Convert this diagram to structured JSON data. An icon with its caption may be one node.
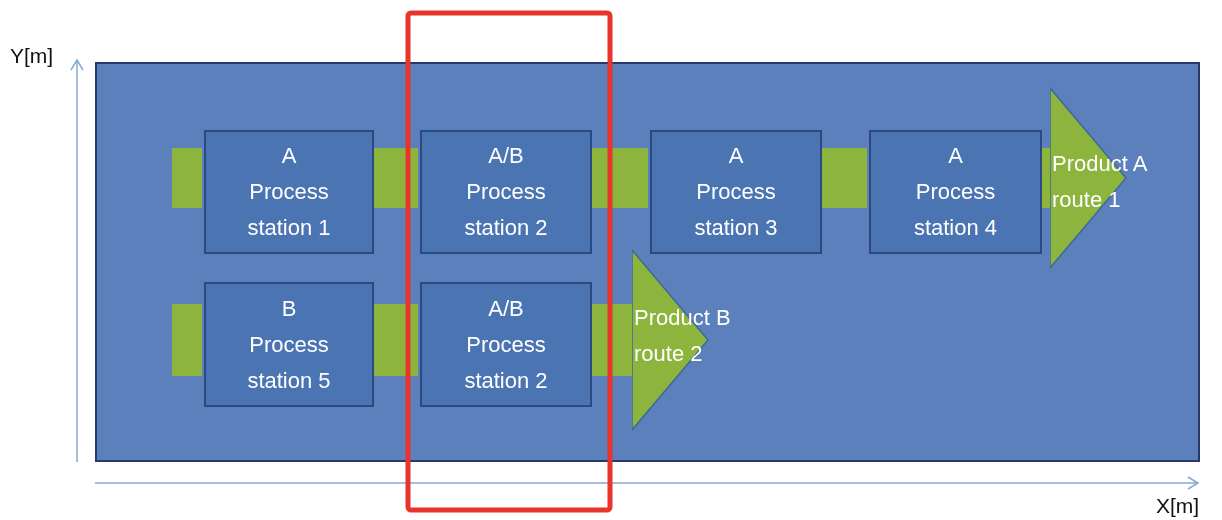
{
  "diagram": {
    "nodes": [
      {
        "text": [],
        "shape": "box"
      },
      {
        "text": [
          "A",
          "Process station 1"
        ],
        "in": 0
      },
      {
        "text": [
          "A/B",
          "Process station 2"
        ],
        "in": 0
      },
      {
        "text": [
          "A",
          "Process station 3"
        ],
        "in": 0
      },
      {
        "text": [
          "A",
          "Process station 4"
        ],
        "in": 0
      },
      {
        "text": [
          "Product A route 1"
        ],
        "in": 0
      },
      {
        "text": [
          "B",
          "Process station 5"
        ],
        "in": 0
      },
      {
        "text": [
          "A/B",
          "Process station 2"
        ],
        "in": 0
      },
      {
        "text": [
          "Product B route 2"
        ],
        "in": 0
      }
    ],
    "edges": [
      {
        "from": null,
        "to": 1,
        "arrow": "none"
      },
      {
        "from": 1,
        "to": 2,
        "arrow": "none"
      },
      {
        "from": 2,
        "to": 3,
        "arrow": "none"
      },
      {
        "from": 3,
        "to": 4,
        "arrow": "none"
      },
      {
        "from": 4,
        "to": 5,
        "arrow": "to"
      },
      {
        "from": null,
        "to": 6,
        "arrow": "none"
      },
      {
        "from": 6,
        "to": 7,
        "arrow": "none"
      },
      {
        "from": 7,
        "to": 8,
        "arrow": "to"
      }
    ],
    "labels": [
      "Y[m]",
      "X[m]"
    ]
  }
}
